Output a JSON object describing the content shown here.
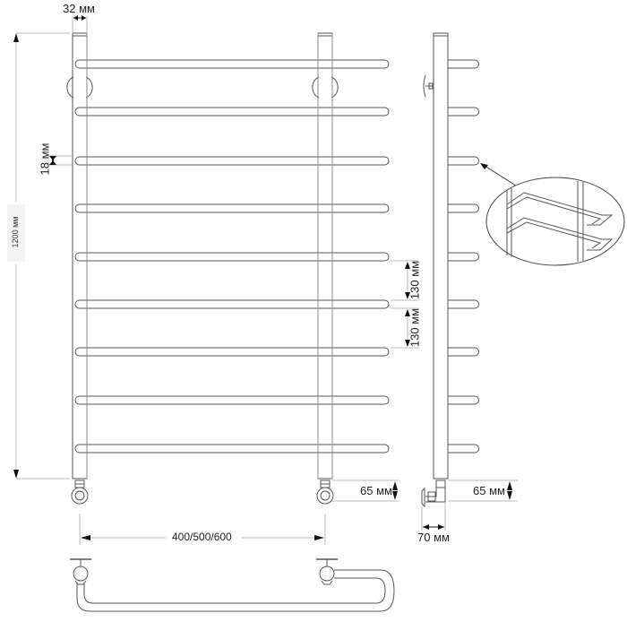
{
  "title": "Heated towel rail dimensional drawing",
  "dimensions": {
    "pipe_diameter": "32 мм",
    "bar_diameter": "18 мм",
    "height": "1200 мм",
    "bar_spacing_1": "130 мм",
    "bar_spacing_2": "130 мм",
    "connection_height_front": "65 мм",
    "connection_height_side": "65 мм",
    "center_distance": "400/500/600",
    "wall_offset": "70 мм"
  },
  "views": {
    "front": {
      "bars": 9,
      "mounts": 2,
      "valves": 2
    },
    "side": {
      "bars": 9,
      "wall_mount": 1,
      "detail_callout": "bar bend detail"
    },
    "bottom": {
      "description": "bottom connection view"
    }
  },
  "colors": {
    "line": "#555555",
    "dimension_line": "#bbbbbb",
    "arrow": "#111111",
    "background": "#ffffff"
  }
}
